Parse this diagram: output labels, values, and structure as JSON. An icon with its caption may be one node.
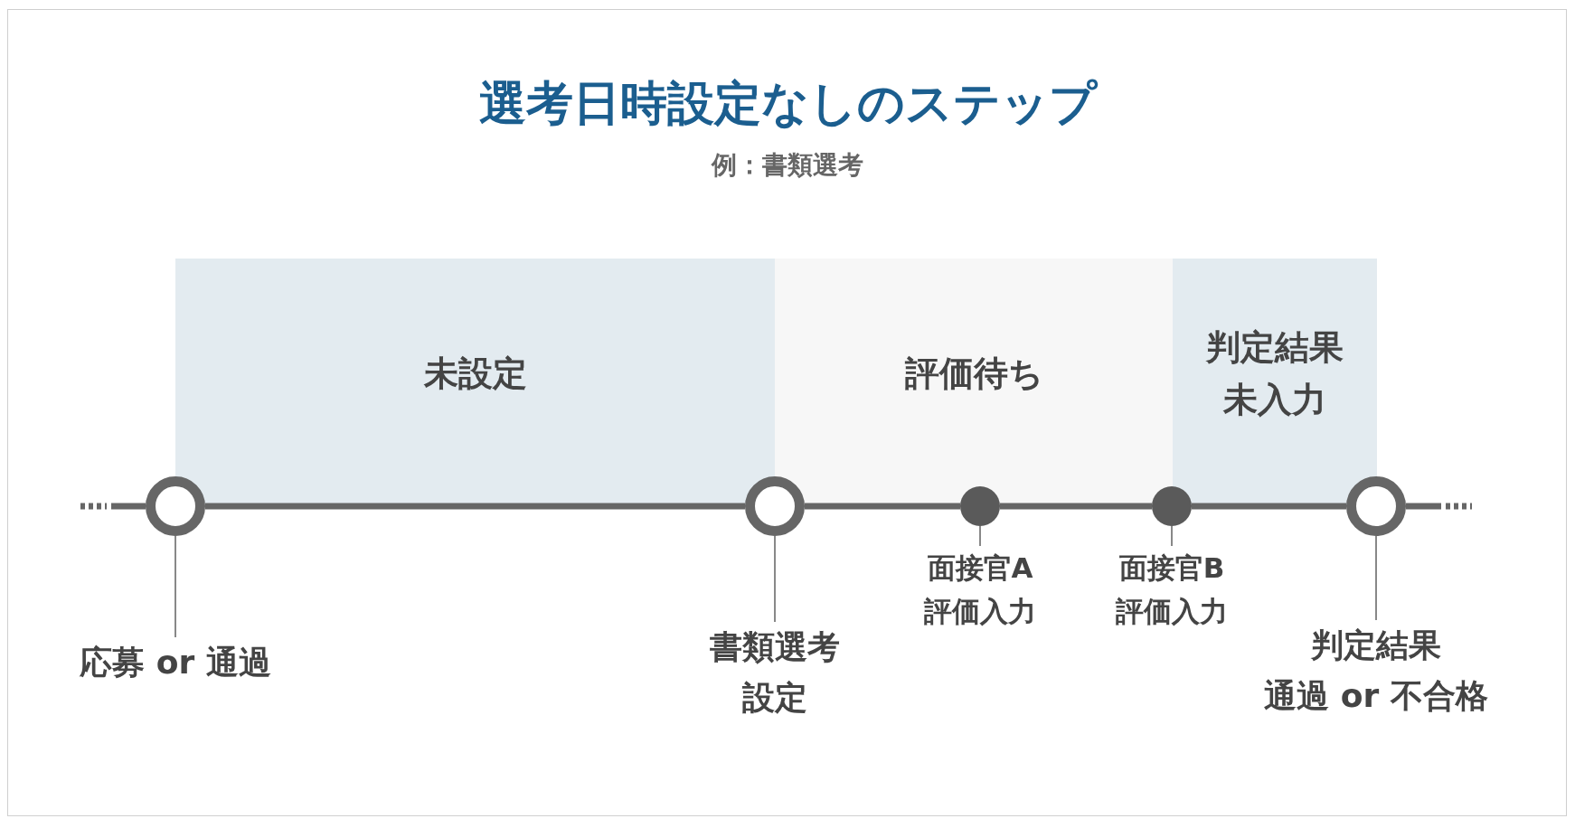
{
  "diagram": {
    "title": "選考日時設定なしのステップ",
    "caption": "例：書類選考",
    "nodes": [
      {
        "text": [
          "未設定"
        ]
      },
      {
        "text": [
          "評価待ち"
        ]
      },
      {
        "text": [
          "判定結果未入力"
        ]
      },
      {
        "text": [],
        "shape": "circle"
      },
      {
        "text": [],
        "shape": "circle"
      },
      {
        "text": [],
        "shape": "circle"
      },
      {
        "text": [],
        "shape": "circle"
      },
      {
        "text": [],
        "shape": "circle"
      },
      {
        "text": [
          "応募 or 通過"
        ]
      },
      {
        "text": [
          "書類選考設定"
        ]
      },
      {
        "text": [
          "面接官A評価入力"
        ]
      },
      {
        "text": [
          "面接官B評価入力"
        ]
      },
      {
        "text": [
          "判定結果",
          "通過 or 不合格"
        ]
      }
    ],
    "edges": [
      {
        "from": 3,
        "to": 4,
        "arrow": "none",
        "style": "thick"
      },
      {
        "from": 4,
        "to": 5,
        "arrow": "none",
        "style": "thick"
      },
      {
        "from": 5,
        "to": 6,
        "arrow": "none",
        "style": "thick"
      },
      {
        "from": 6,
        "to": 7,
        "arrow": "none",
        "style": "thick"
      },
      {
        "from": 8,
        "to": 3,
        "arrow": "none"
      },
      {
        "from": 9,
        "to": 4,
        "arrow": "none"
      },
      {
        "from": 10,
        "to": 5,
        "arrow": "none"
      },
      {
        "from": 11,
        "to": 6,
        "arrow": "none"
      },
      {
        "from": 12,
        "to": 7,
        "arrow": "none"
      }
    ]
  }
}
